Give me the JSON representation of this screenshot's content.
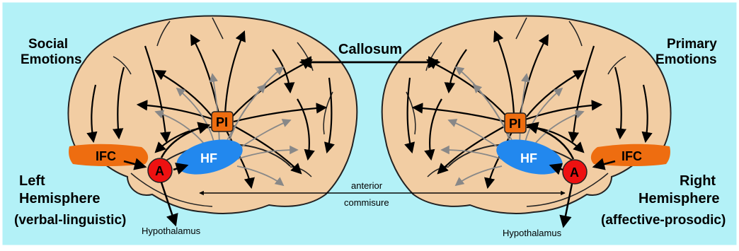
{
  "title": "Callosum",
  "left": {
    "heading_line1": "Social",
    "heading_line2": "Emotions",
    "hemisphere_line1": "Left",
    "hemisphere_line2": "Hemisphere",
    "mode": "(verbal-linguistic)"
  },
  "right": {
    "heading_line1": "Primary",
    "heading_line2": "Emotions",
    "hemisphere_line1": "Right",
    "hemisphere_line2": "Hemisphere",
    "mode": "(affective-prosodic)"
  },
  "regions": {
    "ifc": "IFC",
    "pi": "PI",
    "hf": "HF",
    "a": "A"
  },
  "commissure_line1": "anterior",
  "commissure_line2": "commisure",
  "hypothalamus": "Hypothalamus",
  "colors": {
    "background": "#b3f1f7",
    "brain": "#f2cda3",
    "ifc": "#ee6d10",
    "pi": "#ee6d10",
    "hf": "#2288ee",
    "amygdala": "#ee1111"
  }
}
